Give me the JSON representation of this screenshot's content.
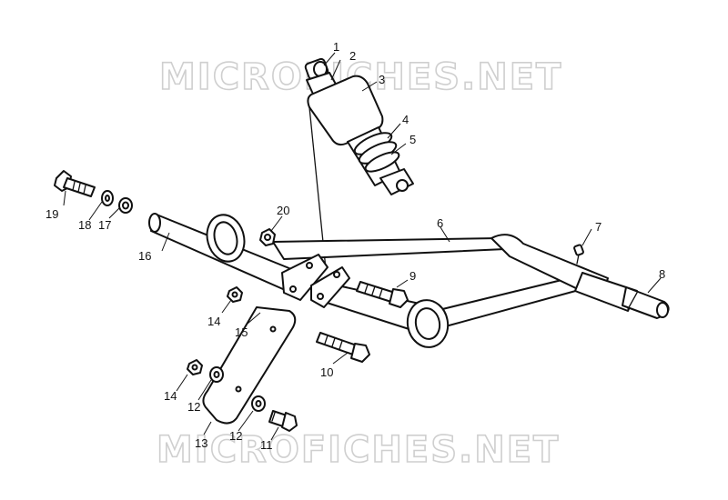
{
  "watermark": {
    "top": "MICROFICHES.NET",
    "bottom": "MICROFICHES.NET"
  },
  "callouts": {
    "c1": "1",
    "c2": "2",
    "c3": "3",
    "c4": "4",
    "c5": "5",
    "c6": "6",
    "c7": "7",
    "c8": "8",
    "c9": "9",
    "c10": "10",
    "c11": "11",
    "c12a": "12",
    "c12b": "12",
    "c13": "13",
    "c14a": "14",
    "c14b": "14",
    "c15": "15",
    "c16": "16",
    "c17": "17",
    "c18": "18",
    "c19": "19",
    "c20": "20"
  }
}
